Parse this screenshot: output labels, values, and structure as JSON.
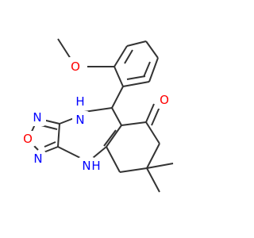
{
  "structure": {
    "atom_labels": {
      "methoxy_o": {
        "text": "O"
      },
      "nh_upper": {
        "text": "N",
        "h_text": "H"
      },
      "nh_lower": {
        "text": "N",
        "h_text": "H"
      },
      "oxadiazole_n1": {
        "text": "N"
      },
      "oxadiazole_o": {
        "text": "O"
      },
      "oxadiazole_n2": {
        "text": "N"
      },
      "ketone_o": {
        "text": "O"
      }
    }
  },
  "colors": {
    "bond": "#333333",
    "nitrogen": "#0000ff",
    "oxygen": "#ff0000",
    "background": "#ffffff"
  }
}
